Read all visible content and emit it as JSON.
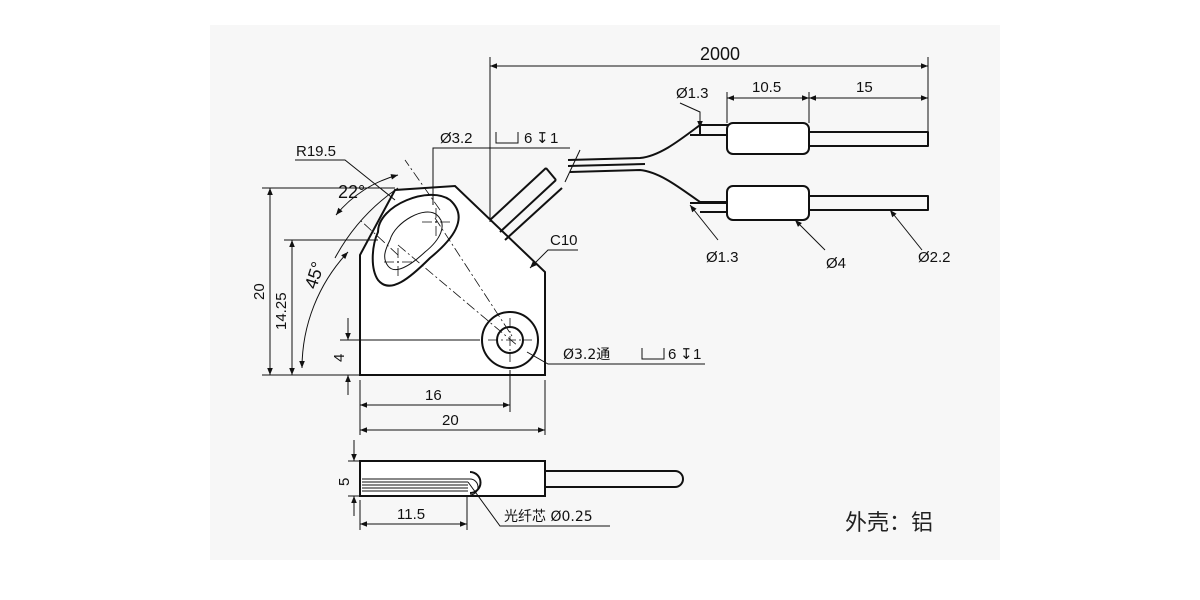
{
  "dimensions": {
    "cable_length": "2000",
    "fiber_dia_upper": "Ø1.3",
    "sleeve_length": "10.5",
    "tail_length": "15",
    "fiber_dia_lower": "Ø1.3",
    "sleeve_dia": "Ø4",
    "cable_dia": "Ø2.2",
    "mount_hole_top": "Ø3.2",
    "counterbore_top": "6",
    "counterbore_depth_top": "1",
    "radius": "R19.5",
    "angle_small": "22°",
    "angle_large": "45°",
    "chamfer": "C10",
    "height_total": "20",
    "height_hole": "14.25",
    "hole_offset_y": "4",
    "mount_hole_bottom": "Ø3.2通",
    "counterbore_bottom": "6",
    "counterbore_depth_bottom": "1",
    "hole_offset_x": "16",
    "width_total": "20",
    "thickness": "5",
    "fiber_depth": "11.5",
    "fiber_core": "光纤芯 Ø0.25"
  },
  "note": {
    "material": "外壳：铝"
  }
}
